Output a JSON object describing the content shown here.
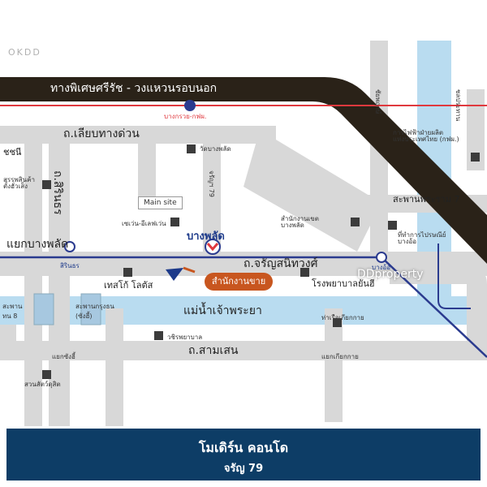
{
  "brand": {
    "name": "OKDD"
  },
  "highway": {
    "label": "ทางพิเศษศรีรัช - วงแหวนรอบนอก"
  },
  "roads": {
    "liap_thang_duan": "ถ.เลียบทางด่วน",
    "charansanitwong": "ถ.จรัญสนิทวงศ์",
    "samsen": "ถ.สามเสน",
    "sirindhorn": "ถ.สิรินธร",
    "charan_79": "จรัญฯ 79",
    "chaiyaphruek": "ชัยพฤกษ์"
  },
  "labels": {
    "chonni": "ชชนี",
    "yaek_bang_phlat": "แยกบางพลัด",
    "chao_phraya": "แม่น้ำเจ้าพระยา",
    "saphan_rama7": "สะพานพระราม 7",
    "saphan_krungthon": "สะพานกรุงธน",
    "saphan_krungthon_sub": "(ซังฮี้)",
    "saphan_phra_pin": "สะพาน",
    "saphan_phra_pin_sub": "ทน 8",
    "yaek_sanghi": "แยกซังฮี้",
    "yaek_kiakkai": "แยกเกียกกาย",
    "tha_ruea_kiakkai": "ท่าเรือเกียกกาย",
    "main_site": "Main site",
    "bang_phlat_station": "บางพลัด",
    "sirindhorn_station": "สิรินธร",
    "bang_o_station": "บางอ้อ",
    "bang_kruai_station": "บางกรวย-กฟผ.",
    "district_office": "สำนักงานขาย",
    "dd_logo": "DDproperty"
  },
  "places": [
    {
      "name": "วัดบางพลัด"
    },
    {
      "name": "เซเว่น-อีเลฟเว่น"
    },
    {
      "name": "สำนักงานเขต\nบางพลัด"
    },
    {
      "name": "ที่ทำการไปรษณีย์\nบางอ้อ"
    },
    {
      "name": "การไฟฟ้าฝ่ายผลิต\nแห่งประเทศไทย (กฟผ.)"
    },
    {
      "name": "สรรพสินค้า\nตั้งฮั่วเส็ง"
    },
    {
      "name": "เทสโก้ โลตัส"
    },
    {
      "name": "โรงพยาบาลยันฮี"
    },
    {
      "name": "วชิรพยาบาล"
    },
    {
      "name": "สวนสัตว์ดุสิต"
    },
    {
      "name": "ชลประทาน"
    }
  ],
  "footer": {
    "title": "โมเดิร์น คอนโด",
    "subtitle": "จรัญ 79"
  },
  "colors": {
    "highway": "#2a2218",
    "roads": "#d8d8d8",
    "river": "#b9dcf0",
    "mrt_blue": "#2b3b8f",
    "mrt_red": "#e0393e",
    "footer": "#0d3d66",
    "pill": "#c8561f"
  }
}
